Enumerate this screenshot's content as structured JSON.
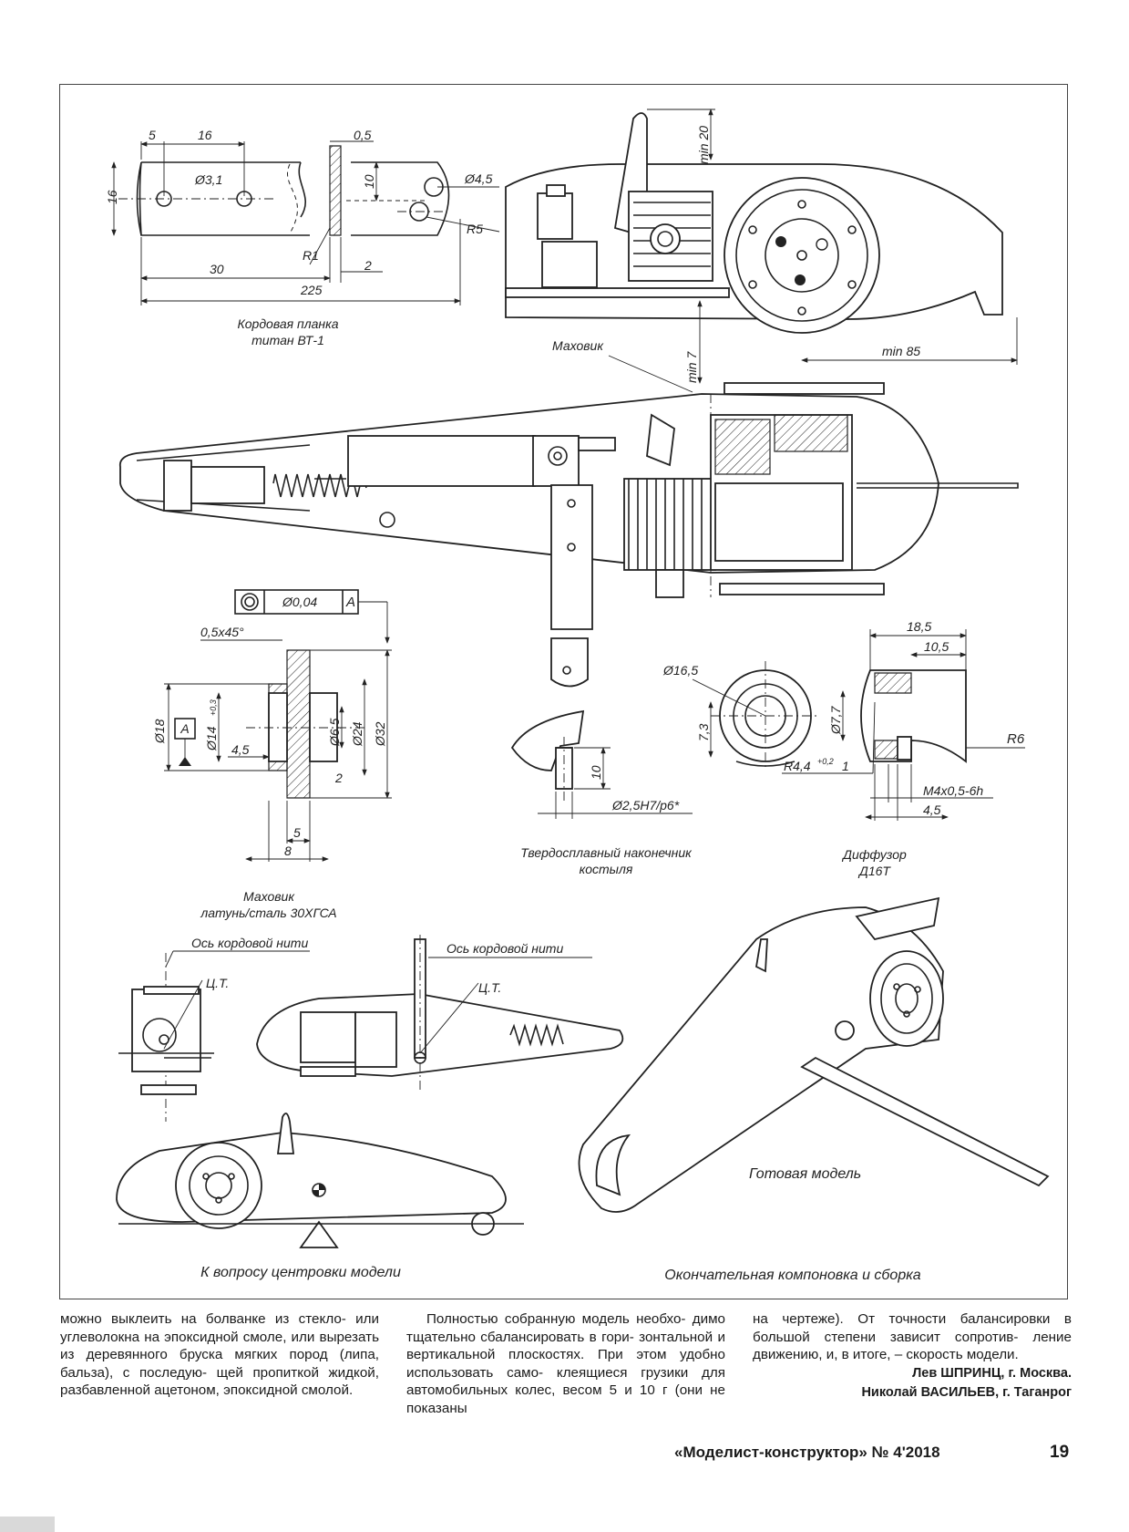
{
  "figures": {
    "cord_plate": {
      "dims": {
        "d5": "5",
        "d16": "16",
        "d05": "0,5",
        "d16v": "16",
        "d31": "Ø3,1",
        "d10": "10",
        "d45": "Ø4,5",
        "r5": "R5",
        "r1": "R1",
        "d2": "2",
        "d30": "30",
        "d225": "225"
      },
      "caption_line1": "Кордовая планка",
      "caption_line2": "титан ВТ-1"
    },
    "top_view": {
      "min20": "min 20",
      "min7": "min 7",
      "min85": "min 85",
      "flywheel_label": "Маховик"
    },
    "flywheel_part": {
      "tolerance": "Ø0,04",
      "datum": "A",
      "chamfer": "0,5x45°",
      "d18": "Ø18",
      "datum_a": "A",
      "d14": "Ø14",
      "d14_tol": "+0,3",
      "d45": "4,5",
      "d65": "Ø6,5",
      "d24": "Ø24",
      "d32": "Ø32",
      "d2": "2",
      "d5": "5",
      "d8": "8",
      "caption_line1": "Маховик",
      "caption_line2": "латунь/сталь 30ХГСА"
    },
    "tip": {
      "d10": "10",
      "fit": "Ø2,5H7/p6*",
      "caption_line1": "Твердосплавный наконечник",
      "caption_line2": "костыля"
    },
    "diffuser": {
      "d165": "Ø16,5",
      "d73": "7,3",
      "d185": "18,5",
      "d105": "10,5",
      "d77": "Ø7,7",
      "r6": "R6",
      "r44": "R4,4",
      "r44_tol": "+0,2",
      "one": "1",
      "thread": "M4x0,5-6h",
      "d45": "4,5",
      "caption_line1": "Диффузор",
      "caption_line2": "Д16Т"
    },
    "balance": {
      "axis1": "Ось кордовой нити",
      "ct1": "Ц.Т.",
      "axis2": "Ось кордовой нити",
      "ct2": "Ц.Т.",
      "caption": "К вопросу центровки модели"
    },
    "finished": {
      "label": "Готовая модель",
      "caption": "Окончательная компоновка и сборка"
    }
  },
  "article": {
    "col1": "можно выклеить на болванке из стекло- или углеволокна на эпоксидной смоле, или вырезать из деревянного бруска мягких пород (липа, бальза), с последую- щей пропиткой жидкой, разбавленной ацетоном, эпоксидной смолой.",
    "col2": "Полностью собранную модель необхо- димо тщательно сбалансировать в гори- зонтальной и вертикальной плоскостях. При этом удобно использовать само- клеящиеся грузики для автомобильных колес, весом 5 и 10 г (они не показаны",
    "col3": "на чертеже). От точности балансировки в большой степени зависит сопротив- ление движению, и, в итоге, – скорость модели.",
    "author1": "Лев ШПРИНЦ, г. Москва.",
    "author2": "Николай ВАСИЛЬЕВ, г. Таганрог"
  },
  "footer": {
    "magazine": "«Моделист-конструктор» № 4'2018",
    "page": "19"
  }
}
